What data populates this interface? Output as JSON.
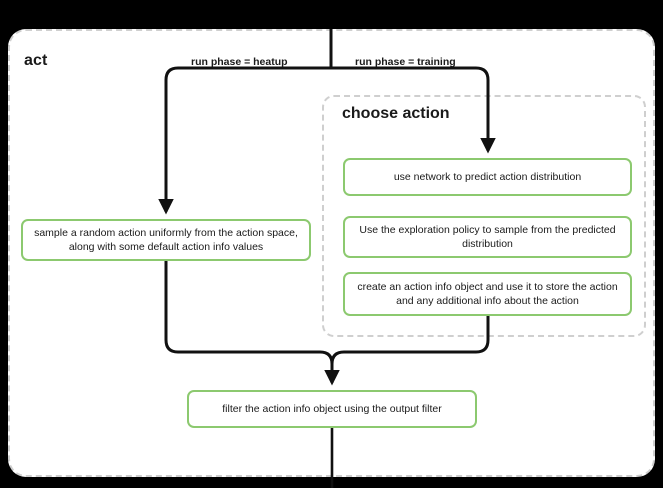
{
  "diagram": {
    "type": "flowchart",
    "background_color": "#000000",
    "surface_color": "#ffffff",
    "node_border_color": "#8cc96f",
    "cluster_border_color": "#cfcfcf",
    "edge_color": "#111111",
    "clusters": [
      {
        "id": "act",
        "title": "act"
      },
      {
        "id": "choose_action",
        "title": "choose action"
      }
    ],
    "nodes": [
      {
        "id": "sample",
        "label": "sample a random action uniformly from the action space, along with some default action info values"
      },
      {
        "id": "predict",
        "label": "use network to predict action distribution"
      },
      {
        "id": "explore",
        "label": "Use the exploration policy to sample from the predicted distribution"
      },
      {
        "id": "create",
        "label": "create an action info object and use it to store the action and any additional info about the action"
      },
      {
        "id": "filter",
        "label": "filter the action info object using the output filter"
      }
    ],
    "edge_labels": [
      {
        "id": "heatup",
        "label": "run phase = heatup"
      },
      {
        "id": "training",
        "label": "run phase = training"
      }
    ]
  }
}
